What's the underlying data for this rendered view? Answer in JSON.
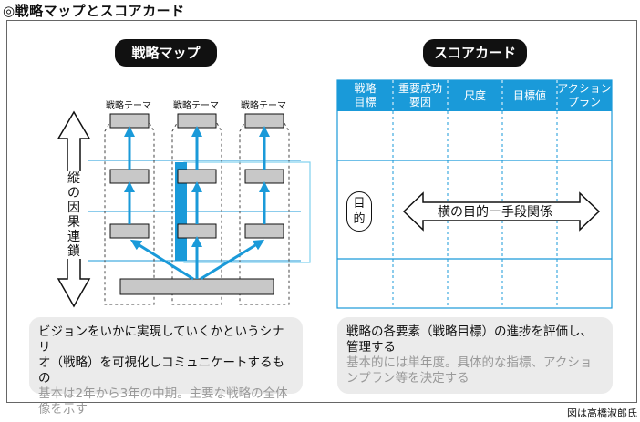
{
  "title": "◎戦略マップとスコアカード",
  "strategy_map": {
    "heading": "戦略マップ",
    "themes": [
      "戦略テーマ",
      "戦略テーマ",
      "戦略テーマ"
    ],
    "vertical_label": "縦の因果連鎖",
    "note_main": [
      "ビジョンをいかに実現していくかというシナリ",
      "オ（戦略）を可視化しコミュニケートするもの"
    ],
    "note_sub": [
      "基本は2年から3年の中期。主要な戦略の全体",
      "像を示す"
    ]
  },
  "scorecard": {
    "heading": "スコアカード",
    "columns": [
      [
        "戦略",
        "目標"
      ],
      [
        "重要成功",
        "要因"
      ],
      [
        "尺度"
      ],
      [
        "目標値"
      ],
      [
        "アクション",
        "プラン"
      ]
    ],
    "objective_chars": [
      "目",
      "的"
    ],
    "relation_label": "横の目的ー手段関係",
    "note_main": [
      "戦略の各要素（戦略目標）の進捗を評価し、",
      "管理する"
    ],
    "note_sub": [
      "基本的には単年度。具体的な指標、アクショ",
      "ンプラン等を決定する"
    ]
  },
  "credit": "図は高橋淑郎氏",
  "colors": {
    "accent_blue": "#1a9ad9",
    "box_gray": "#c8c8c8",
    "note_bg": "#ebebeb"
  }
}
